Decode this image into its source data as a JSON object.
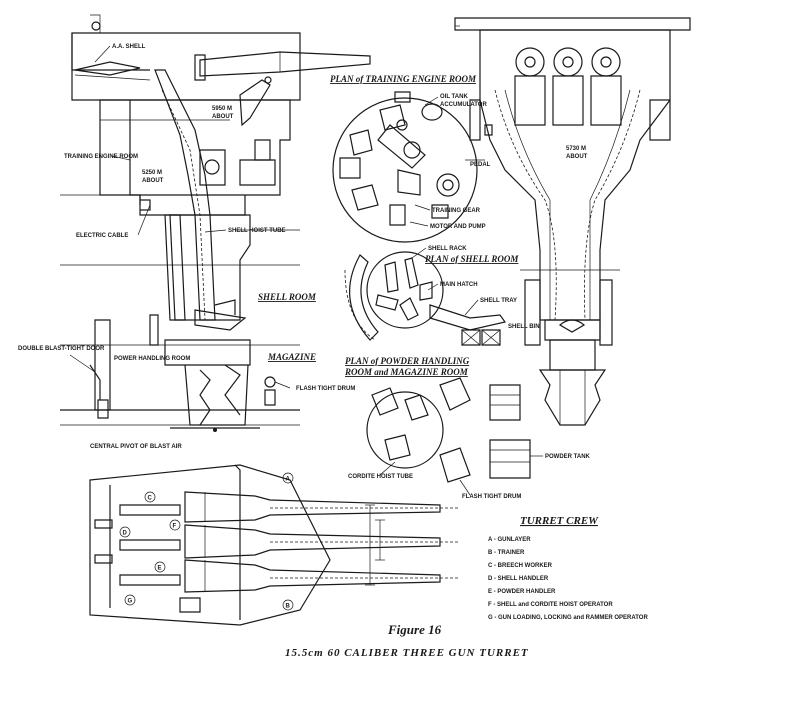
{
  "title": {
    "figure": "Figure 16",
    "caption": "15.5cm 60 CALIBER THREE GUN TURRET"
  },
  "labels": {
    "aa_shell": "A.A. SHELL",
    "dim_5950": "5950 m",
    "dim_5950_sub": "ABOUT",
    "training_engine_room": "TRAINING ENGINE ROOM",
    "dim_5250": "5250 m",
    "dim_5250_sub": "ABOUT",
    "electric_cable": "ELECTRIC CABLE",
    "shell_hoist_tube": "SHELL HOIST TUBE",
    "shell_room": "SHELL ROOM",
    "double_blast_tight_door": "DOUBLE BLAST-TIGHT DOOR",
    "power_handling_room": "POWER HANDLING ROOM",
    "magazine": "MAGAZINE",
    "flash_tight_drum_1": "FLASH TIGHT DRUM",
    "central_pivot": "CENTRAL PIVOT OF BLAST AIR",
    "plan_training_engine_room": "PLAN of TRAINING ENGINE ROOM",
    "oil_tank": "OIL TANK",
    "accumulator": "ACCUMULATOR",
    "pedal": "PEDAL",
    "training_gear": "TRAINING GEAR",
    "motor_and_pump": "MOTOR and PUMP",
    "shell_rack": "SHELL RACK",
    "plan_shell_room": "PLAN of SHELL ROOM",
    "main_hatch": "MAIN HATCH",
    "shell_tray": "SHELL TRAY",
    "shell_bin": "SHELL BIN",
    "plan_powder_handling": "PLAN of POWDER HANDLING",
    "room_and_magazine_room": "ROOM and MAGAZINE ROOM",
    "cordite_hoist_tube": "CORDITE HOIST TUBE",
    "flash_tight_drum_2": "FLASH TIGHT DRUM",
    "powder_tank": "POWDER TANK",
    "dim_5730": "5730 m",
    "dim_5730_sub": "ABOUT"
  },
  "crew": {
    "title": "TURRET CREW",
    "items": [
      "A - GUNLAYER",
      "B - TRAINER",
      "C - BREECH WORKER",
      "D - SHELL HANDLER",
      "E - POWDER HANDLER",
      "F - SHELL and CORDITE HOIST OPERATOR",
      "G - GUN LOADING, LOCKING and RAMMER OPERATOR"
    ]
  },
  "plan_markers": [
    "A",
    "B",
    "C",
    "D",
    "E",
    "F",
    "G"
  ]
}
